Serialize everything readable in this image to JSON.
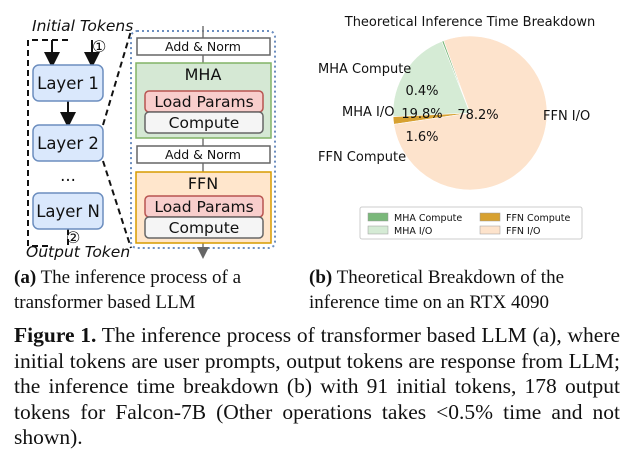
{
  "diagram": {
    "initial_tokens": "Initial Tokens",
    "step_1": "①",
    "step_2": "②",
    "output_token": "Output Token",
    "layer_1": "Layer 1",
    "layer_2": "Layer 2",
    "dots": "...",
    "layer_n": "Layer N",
    "add_norm_1": "Add & Norm",
    "mha": "MHA",
    "load_params_1": "Load Params",
    "compute_1": "Compute",
    "add_norm_2": "Add & Norm",
    "ffn": "FFN",
    "load_params_2": "Load Params",
    "compute_2": "Compute",
    "colors": {
      "layer_fill": "#dae8fc",
      "layer_border": "#6c8ebf",
      "mha_fill": "#d5e8d4",
      "mha_border": "#82b366",
      "ffn_fill": "#ffe6cc",
      "ffn_border": "#d79b00",
      "load_fill": "#f8cecc",
      "load_border": "#b85450",
      "compute_fill": "#f5f5f5",
      "compute_border": "#666666"
    }
  },
  "chart_data": {
    "type": "pie",
    "title": "Theoretical Inference Time Breakdown",
    "slices": [
      {
        "label": "MHA Compute",
        "value": 0.4,
        "pct_label": "0.4%",
        "color": "#7ab87a"
      },
      {
        "label": "MHA I/O",
        "value": 19.8,
        "pct_label": "19.8%",
        "color": "#d5ebd5"
      },
      {
        "label": "FFN Compute",
        "value": 1.6,
        "pct_label": "1.6%",
        "color": "#d7a131"
      },
      {
        "label": "FFN I/O",
        "value": 78.2,
        "pct_label": "78.2%",
        "color": "#fde3cc"
      }
    ],
    "legend": {
      "placement": "bottom",
      "entries": [
        {
          "label": "MHA Compute",
          "color": "#7ab87a"
        },
        {
          "label": "FFN Compute",
          "color": "#d7a131"
        },
        {
          "label": "MHA I/O",
          "color": "#d5ebd5"
        },
        {
          "label": "FFN I/O",
          "color": "#fde3cc"
        }
      ]
    }
  },
  "subcaption_a": {
    "tag": "(a)",
    "line1": " The inference process of a",
    "line2": "transformer based LLM"
  },
  "subcaption_b": {
    "tag": "(b)",
    "line1": " Theoretical Breakdown of the",
    "line2": "inference time on an RTX 4090"
  },
  "caption": {
    "label": "Figure 1.",
    "text": " The inference process of transformer based LLM (a), where initial tokens are user prompts, output tokens are response from LLM; the inference time breakdown (b) with 91 initial tokens, 178 output tokens for Falcon-7B (Other operations takes <0.5% time and not shown)."
  }
}
